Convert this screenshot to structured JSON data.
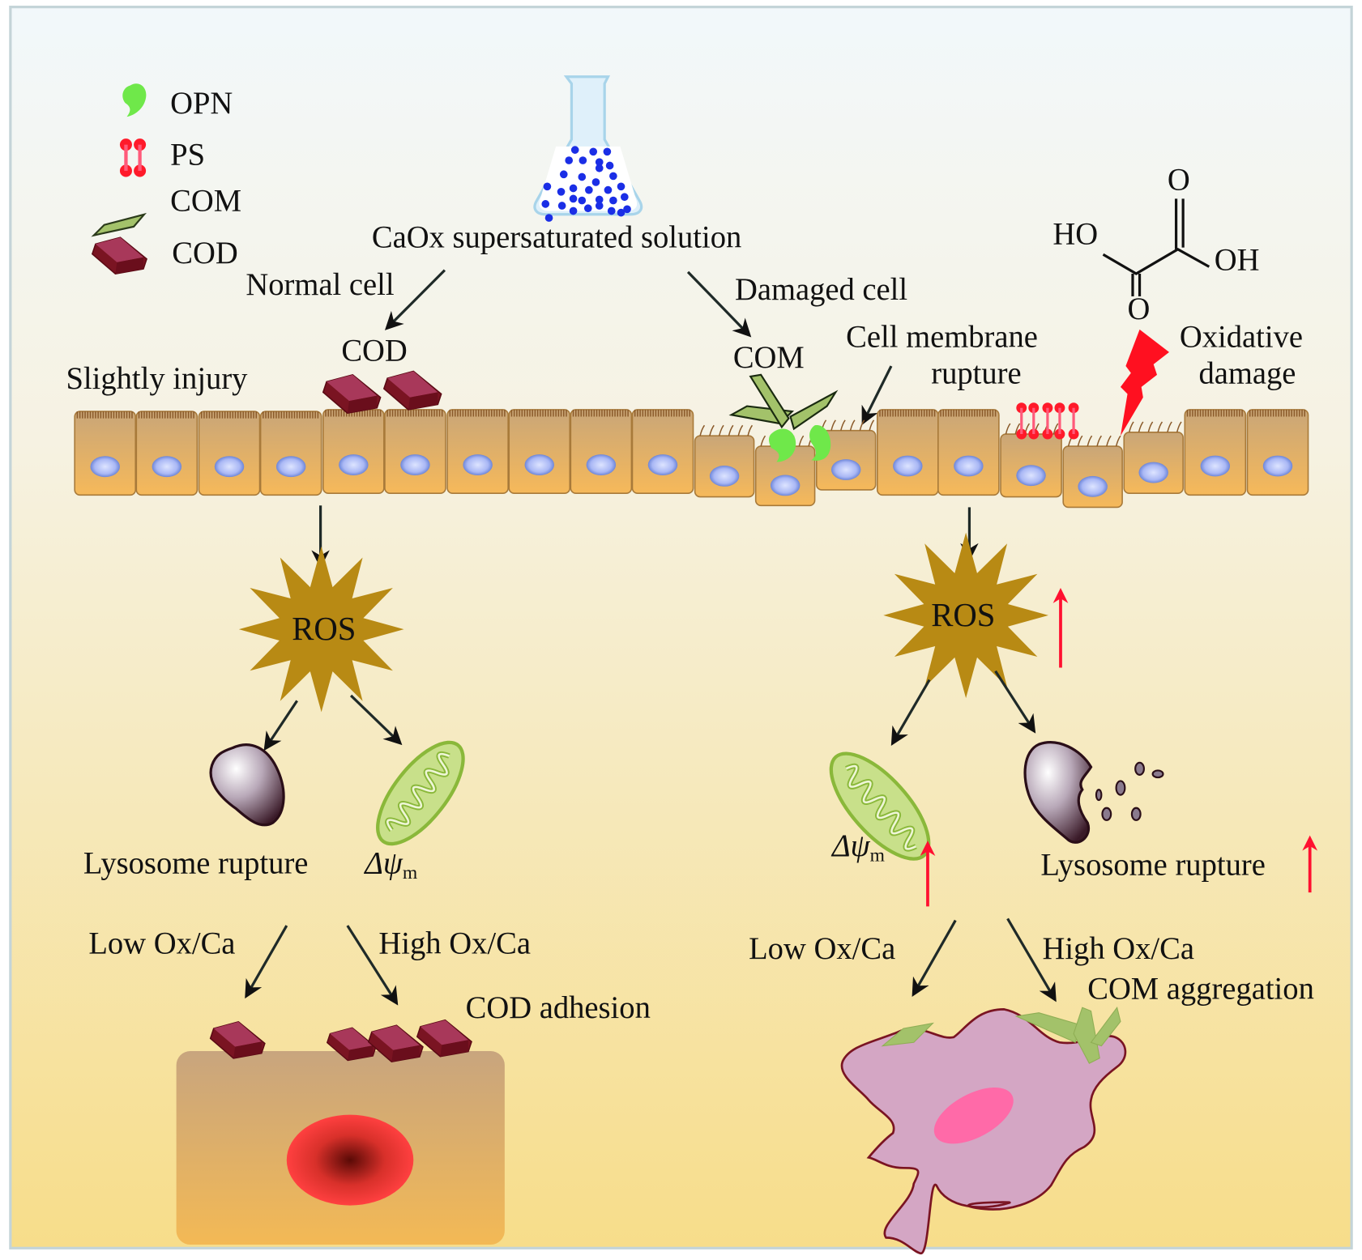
{
  "figure": {
    "type": "mechanism-schematic",
    "colors": {
      "background_top": "#f2f8fb",
      "background_bottom": "#f7dd8a",
      "cell_fill_top": "#c9a678",
      "cell_fill_bottom": "#f6b95a",
      "nucleus": "#aab8f5",
      "ros_star": "#b88a14",
      "opn": "#6fe84a",
      "ps": "#ff1a2a",
      "com_crystal": "#a3c26a",
      "cod_crystal": "#7a1422",
      "mitochondria": "#9cc34a",
      "lysosome": "#4a2a35",
      "damaged_cell": "#d4a6c4",
      "damaged_nucleus": "#ff6aa8",
      "increase_arrow": "#ff1030",
      "flask_particles": "#1a2ee6"
    }
  },
  "legend": {
    "items": [
      {
        "icon": "opn-icon",
        "label": "OPN"
      },
      {
        "icon": "ps-icon",
        "label": "PS"
      },
      {
        "icon": "com-crystal-icon",
        "label": "COM"
      },
      {
        "icon": "cod-crystal-icon",
        "label": "COD"
      }
    ]
  },
  "top": {
    "solution_label": "CaOx supersaturated solution",
    "normal_cell": "Normal cell",
    "damaged_cell": "Damaged cell",
    "cod_label": "COD",
    "com_label": "COM",
    "slightly_injury": "Slightly injury",
    "membrane_rupture_line1": "Cell membrane",
    "membrane_rupture_line2": "rupture",
    "oxidative_line1": "Oxidative",
    "oxidative_line2": "damage",
    "oxalic_acid": {
      "ho": "HO",
      "oh": "OH",
      "o_top": "O",
      "o_bottom": "O"
    }
  },
  "left_path": {
    "ros": "ROS",
    "lysosome": "Lysosome rupture",
    "delta_psi": "Δψ",
    "delta_psi_sub": "m",
    "low": "Low Ox/Ca",
    "high": "High Ox/Ca",
    "outcome": "COD adhesion"
  },
  "right_path": {
    "ros": "ROS",
    "delta_psi": "Δψ",
    "delta_psi_sub": "m",
    "lysosome": "Lysosome rupture",
    "low": "Low Ox/Ca",
    "high": "High Ox/Ca",
    "outcome": "COM aggregation"
  }
}
